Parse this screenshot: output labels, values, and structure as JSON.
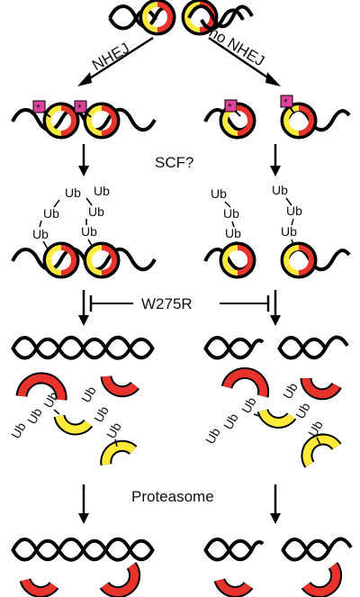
{
  "labels": {
    "nhej": "NHEJ",
    "no_nhej": "no NHEJ",
    "scf": "SCF?",
    "mutant": "W275R",
    "proteasome": "Proteasome",
    "ubiquitin": "Ub",
    "mark": "*"
  },
  "colors": {
    "ku70_yellow": "#ffe93b",
    "ku80_red": "#e8322c",
    "mark_pink": "#e0419b",
    "dna_black": "#000000"
  },
  "icons": [
    "dna-helix-icon",
    "ku-ring-icon",
    "ubiquitin-chain-icon",
    "arrow-icon",
    "inhibition-arrow-icon"
  ]
}
